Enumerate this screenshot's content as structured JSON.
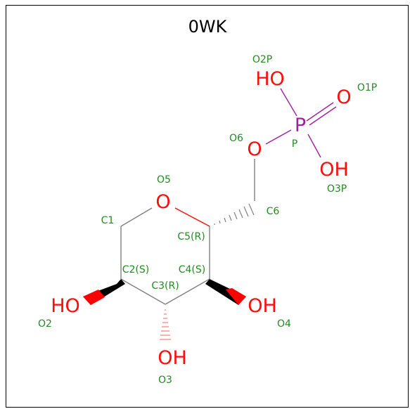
{
  "title": "0WK",
  "colors": {
    "oxygen": "#ff0d0d",
    "phosphorus": "#a020a0",
    "label": "#228b22",
    "bond": "#808080"
  },
  "atoms": {
    "ho_o2p": "HO",
    "o_o1p": "O",
    "p": "P",
    "o_o6": "O",
    "oh_o3p": "OH",
    "o_o5": "O",
    "ho_o2": "HO",
    "oh_o4": "OH",
    "oh_o3": "OH"
  },
  "labels": {
    "o2p": "O2P",
    "o1p": "O1P",
    "o6": "O6",
    "p": "P",
    "o3p": "O3P",
    "o5": "O5",
    "c6": "C6",
    "c1": "C1",
    "c5": "C5(R)",
    "c2": "C2(S)",
    "c4": "C4(S)",
    "c3": "C3(R)",
    "o2": "O2",
    "o4": "O4",
    "o3": "O3"
  }
}
